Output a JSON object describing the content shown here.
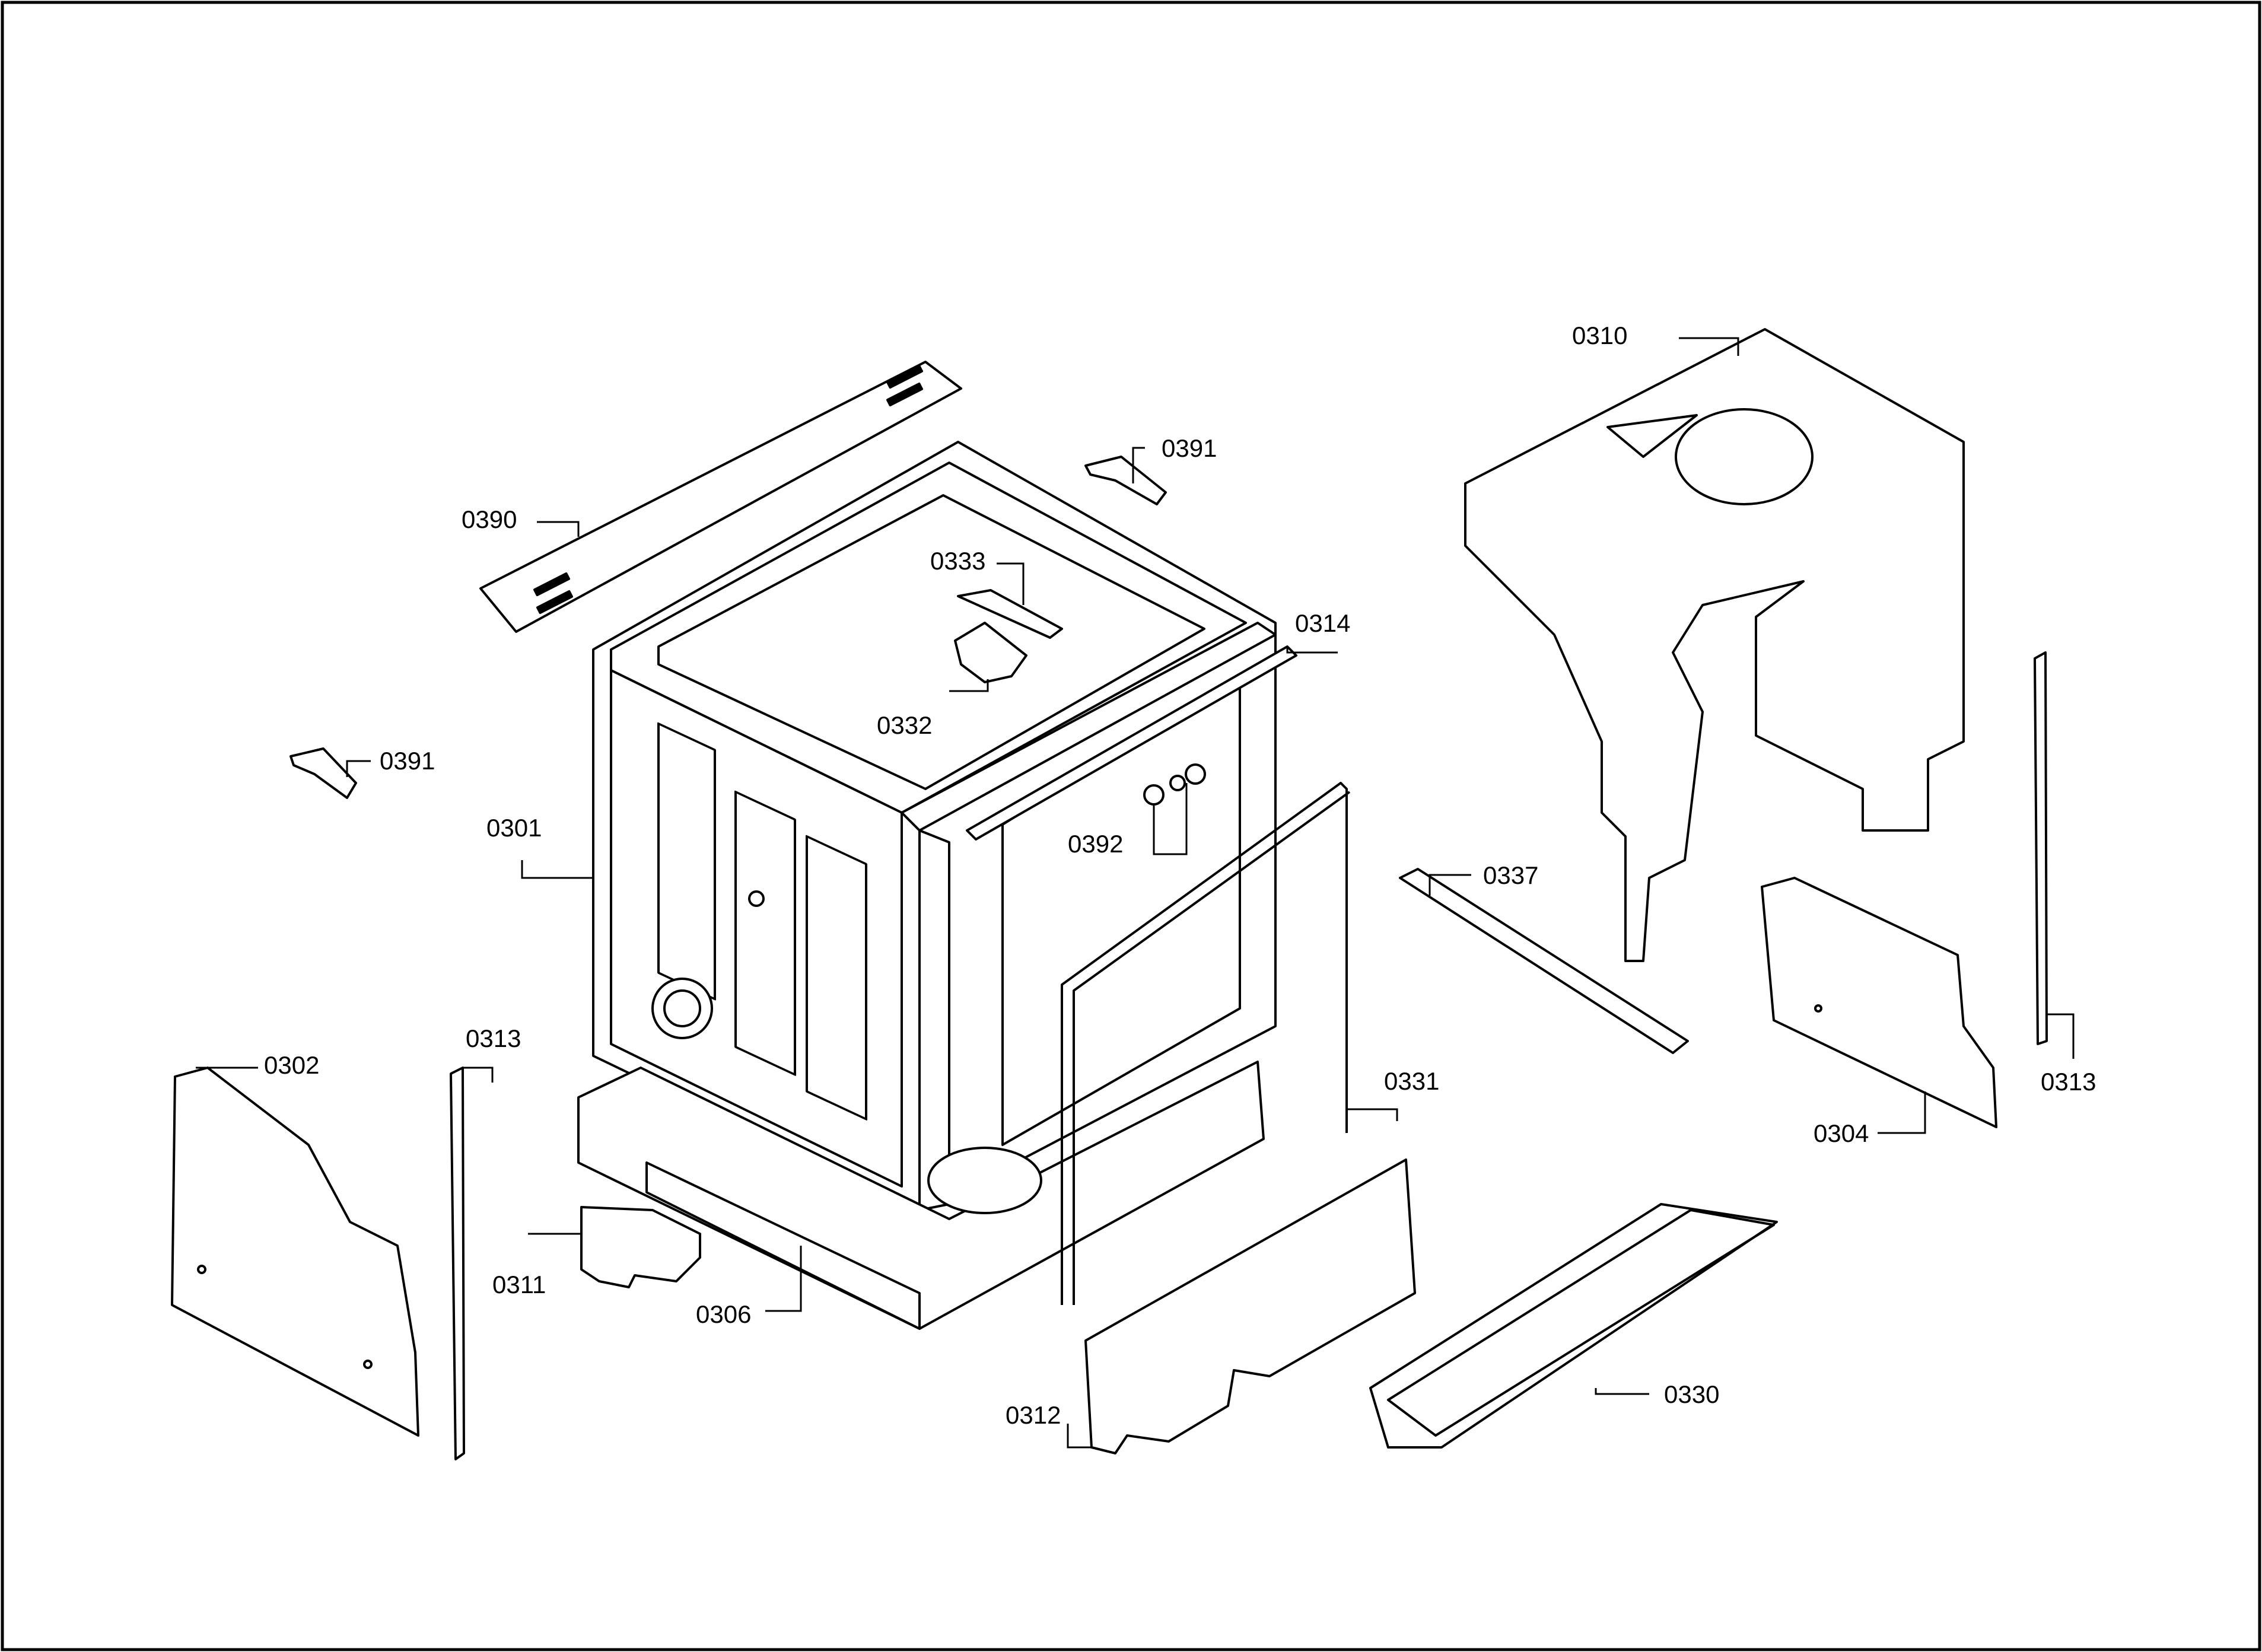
{
  "diagram": {
    "type": "exploded-parts-diagram",
    "line_color": "#000000",
    "background": "#ffffff",
    "labels": {
      "l0390": "0390",
      "l0391a": "0391",
      "l0391b": "0391",
      "l0333": "0333",
      "l0332": "0332",
      "l0314": "0314",
      "l0301": "0301",
      "l0392": "0392",
      "l0337": "0337",
      "l0310": "0310",
      "l0302": "0302",
      "l0313a": "0313",
      "l0313b": "0313",
      "l0331": "0331",
      "l0311": "0311",
      "l0306": "0306",
      "l0312": "0312",
      "l0330": "0330",
      "l0304": "0304"
    }
  }
}
